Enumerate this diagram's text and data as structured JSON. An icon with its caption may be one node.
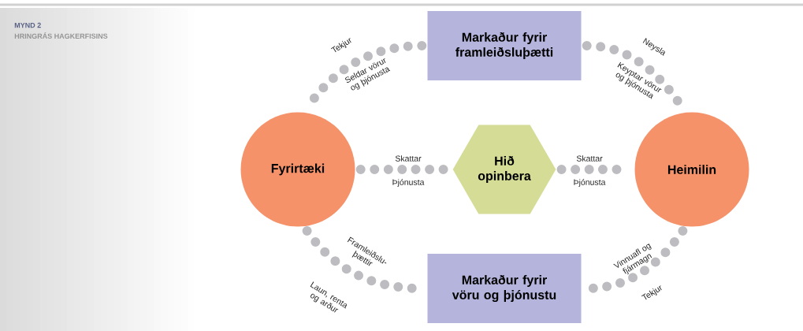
{
  "diagram": {
    "title": "HRINGRÁS HAGKERFISINS",
    "nodes": [
      {
        "text": [
          "Markaður fyrir framleiðsluþætti"
        ]
      },
      {
        "text": [
          "Fyrirtæki"
        ]
      },
      {
        "text": [
          "Hið opinbera"
        ]
      },
      {
        "text": [
          "Heimilin"
        ]
      },
      {
        "text": [
          "Markaður fyrir vöru og þjónustu"
        ]
      }
    ],
    "edges": [
      {
        "from": 1,
        "to": 0,
        "arrow": "none",
        "label": "Tekjur"
      },
      {
        "from": 0,
        "to": 3,
        "arrow": "none",
        "label": "Neysla"
      },
      {
        "from": 1,
        "to": 2,
        "arrow": "none",
        "label": "Skattar"
      },
      {
        "from": 2,
        "to": 3,
        "arrow": "none",
        "label": "Skattar"
      },
      {
        "from": 4,
        "to": 1,
        "arrow": "none",
        "label": "Framleiðslu- þættir"
      },
      {
        "from": 3,
        "to": 4,
        "arrow": "none",
        "label": "Vinnuafl og fjármagn"
      }
    ],
    "labels": [
      "MYND 2",
      "Seldar vörur og þjónusta",
      "Keyptar vörur og þjónusta",
      "Þjónusta",
      "Þjónusta",
      "Laun, renta og arður",
      "Tekjur"
    ]
  }
}
